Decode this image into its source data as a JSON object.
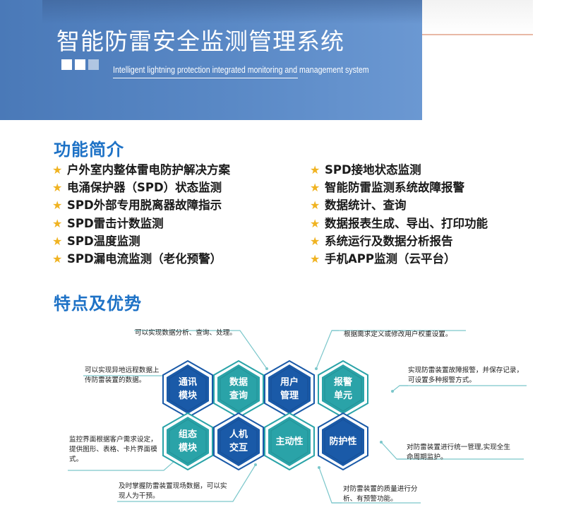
{
  "banner": {
    "title_cn": "智能防雷安全监测管理系统",
    "title_en": "Intelligent lightning protection integrated monitoring and management system",
    "colors": {
      "banner": "#4a79b8",
      "accent": "#1e72c6",
      "star": "#f0b321",
      "hex_dark": "#1a5aa8",
      "hex_teal": "#2aa3a8"
    }
  },
  "section_intro": {
    "title": "功能简介",
    "left_items": [
      "户外室内整体雷电防护解决方案",
      "电涌保护器（SPD）状态监测",
      "SPD外部专用脱离器故障指示",
      "SPD雷击计数监测",
      "SPD温度监测",
      "SPD漏电流监测（老化预警）"
    ],
    "right_items": [
      "SPD接地状态监测",
      "智能防雷监测系统故障报警",
      "数据统计、查询",
      "数据报表生成、导出、打印功能",
      "系统运行及数据分析报告",
      "手机APP监测（云平台）"
    ],
    "bullet_icon": "star-icon"
  },
  "section_features": {
    "title": "特点及优势",
    "hexes_top": [
      {
        "label": "通讯\n模块",
        "style": "dark"
      },
      {
        "label": "数据\n查询",
        "style": "teal"
      },
      {
        "label": "用户\n管理",
        "style": "dark"
      },
      {
        "label": "报警\n单元",
        "style": "teal"
      }
    ],
    "hexes_bottom": [
      {
        "label": "组态\n模块",
        "style": "teal"
      },
      {
        "label": "人机\n交互",
        "style": "dark"
      },
      {
        "label": "主动性",
        "style": "teal"
      },
      {
        "label": "防护性",
        "style": "dark"
      }
    ],
    "annotations": {
      "top_center_left": "可以实现数据分析、查询、处理。",
      "top_center_right": "根据需求定义或修改用户权重设置。",
      "left_upper": "可以实现异地远程数据上\n传防雷装置的数据。",
      "right_upper": "实现防雷装置故障报警，并保存记录，\n可设置多种报警方式。",
      "left_lower": "监控界面根据客户需求设定，\n提供图形、表格、卡片界面模\n式。",
      "right_lower": "对防雷装置进行统一管理,实现全生\n命周期监护。",
      "bottom_center_left": "及时掌握防雷装置现场数据，可以实\n现人为干预。",
      "bottom_center_right": "对防雷装置的质量进行分\n析、有预警功能。"
    }
  }
}
